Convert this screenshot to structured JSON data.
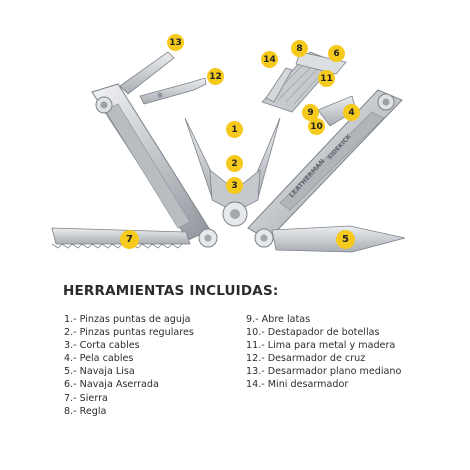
{
  "figure": {
    "handle_brand_text": "LEATHERMAN",
    "handle_model_text": "SIDEKICK",
    "callouts": [
      "1",
      "2",
      "3",
      "4",
      "5",
      "6",
      "7",
      "8",
      "9",
      "10",
      "11",
      "12",
      "13",
      "14"
    ],
    "colors": {
      "callout_fill": "#f6c91d",
      "steel": "#c9ccd0",
      "steel_dark": "#8d9298",
      "steel_light": "#eef0f2"
    }
  },
  "heading": "HERRAMIENTAS INCLUIDAS:",
  "tools_left": [
    "1.- Pinzas puntas de aguja",
    "2.- Pinzas puntas regulares",
    "3.- Corta cables",
    "4.- Pela cables",
    "5.- Navaja Lisa",
    "6.- Navaja Aserrada",
    "7.- Sierra",
    "8.- Regla"
  ],
  "tools_right": [
    "9.- Abre latas",
    "10.- Destapador de botellas",
    "11.- Lima para metal y madera",
    "12.- Desarmador de cruz",
    "13.- Desarmador plano mediano",
    "14.- Mini desarmador"
  ]
}
